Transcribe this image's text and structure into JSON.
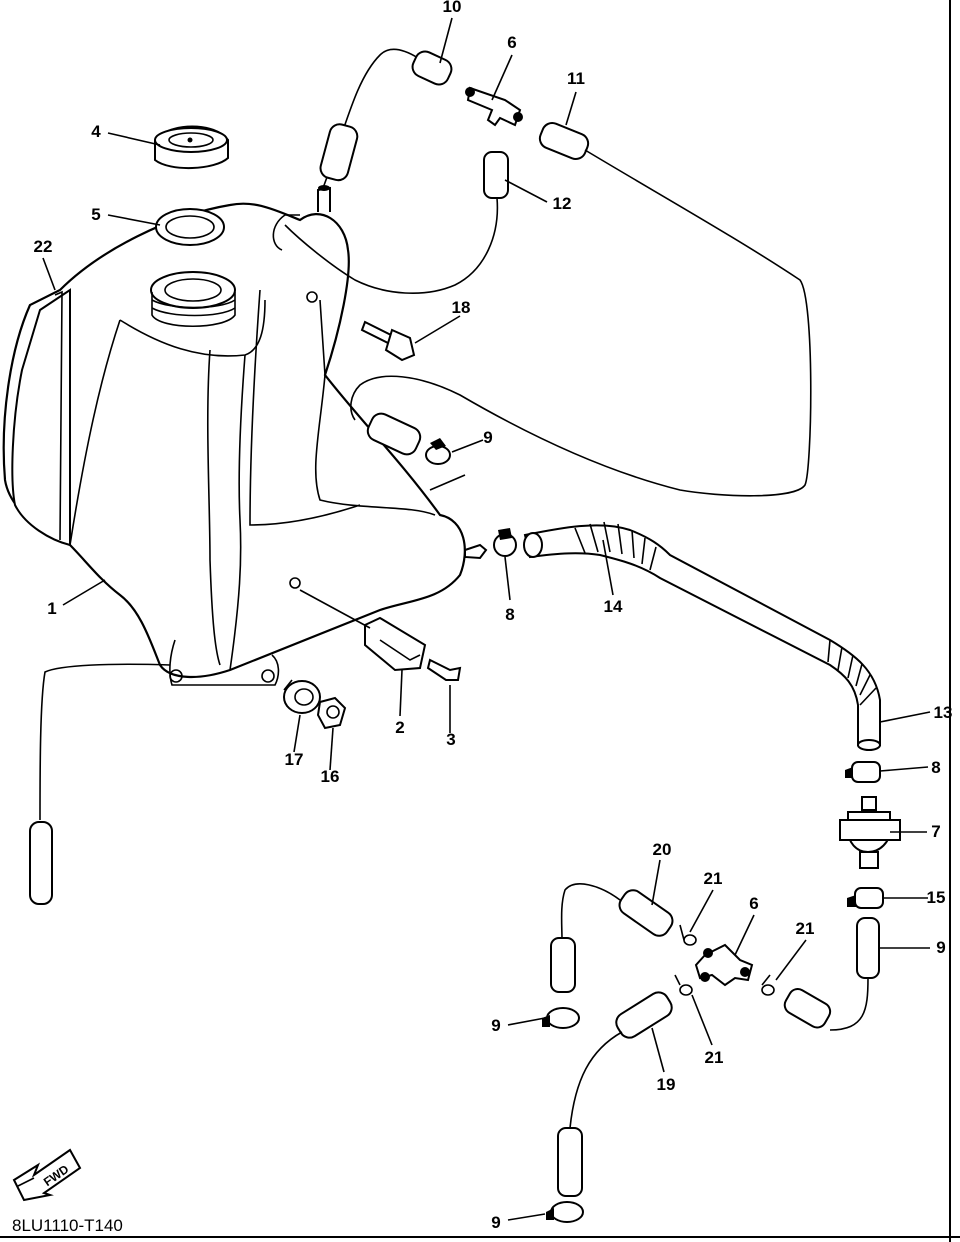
{
  "figure": {
    "code": "8LU1110-T140",
    "fwd_label": "FWD"
  },
  "callouts": [
    {
      "id": "c10",
      "label": "10"
    },
    {
      "id": "c6a",
      "label": "6"
    },
    {
      "id": "c11",
      "label": "11"
    },
    {
      "id": "c4",
      "label": "4"
    },
    {
      "id": "c12",
      "label": "12"
    },
    {
      "id": "c5",
      "label": "5"
    },
    {
      "id": "c22",
      "label": "22"
    },
    {
      "id": "c18",
      "label": "18"
    },
    {
      "id": "c9a",
      "label": "9"
    },
    {
      "id": "c8a",
      "label": "8"
    },
    {
      "id": "c14",
      "label": "14"
    },
    {
      "id": "c1",
      "label": "1"
    },
    {
      "id": "c2",
      "label": "2"
    },
    {
      "id": "c3",
      "label": "3"
    },
    {
      "id": "c17",
      "label": "17"
    },
    {
      "id": "c16",
      "label": "16"
    },
    {
      "id": "c13",
      "label": "13"
    },
    {
      "id": "c8b",
      "label": "8"
    },
    {
      "id": "c7",
      "label": "7"
    },
    {
      "id": "c20",
      "label": "20"
    },
    {
      "id": "c21a",
      "label": "21"
    },
    {
      "id": "c6b",
      "label": "6"
    },
    {
      "id": "c21b",
      "label": "21"
    },
    {
      "id": "c9b",
      "label": "9"
    },
    {
      "id": "c15",
      "label": "15"
    },
    {
      "id": "c9c",
      "label": "9"
    },
    {
      "id": "c21c",
      "label": "21"
    },
    {
      "id": "c19",
      "label": "19"
    },
    {
      "id": "c9d",
      "label": "9"
    }
  ]
}
